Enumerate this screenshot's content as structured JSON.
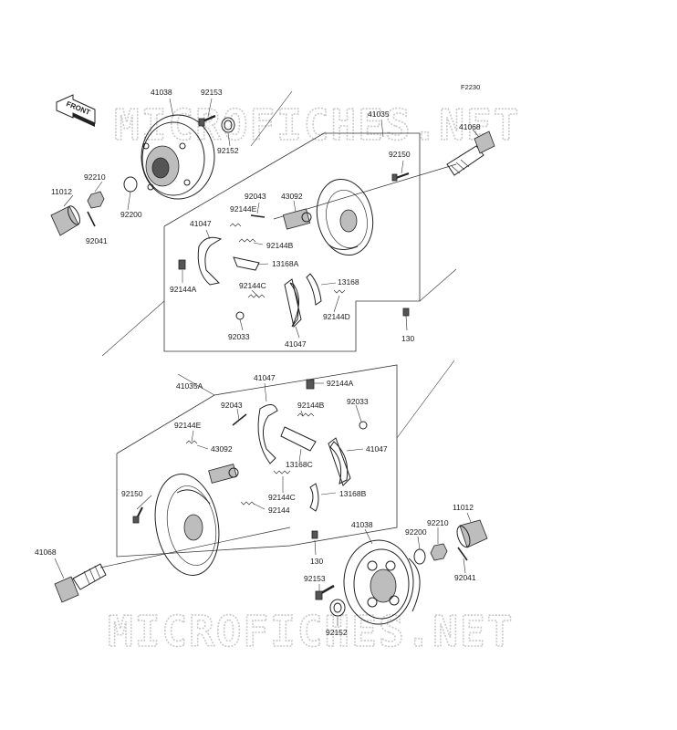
{
  "diagram": {
    "ref_code": "F2230",
    "watermark": "MICROFICHES.NET",
    "front_label": "FRONT",
    "top_labels": {
      "p41038": "41038",
      "p92153": "92153",
      "p92152": "92152",
      "p41035": "41035",
      "p41068": "41068",
      "p92150": "92150",
      "p92210": "92210",
      "p11012": "11012",
      "p92200": "92200",
      "p92041": "92041",
      "p92043": "92043",
      "p43092": "43092",
      "p41047a": "41047",
      "p92144e": "92144E",
      "p92144b": "92144B",
      "p13168a": "13168A",
      "p13168": "13168",
      "p92144a": "92144A",
      "p92144c": "92144C",
      "p92144d": "92144D",
      "p92033": "92033",
      "p41047b": "41047",
      "p130": "130"
    },
    "bottom_labels": {
      "p41035a": "41035A",
      "p41047a": "41047",
      "p92144a": "92144A",
      "p92043": "92043",
      "p92144b": "92144B",
      "p92033": "92033",
      "p92144e": "92144E",
      "p43092": "43092",
      "p41047b": "41047",
      "p13168c": "13168C",
      "p92150": "92150",
      "p92144c": "92144C",
      "p13168b": "13168B",
      "p92144": "92144",
      "p11012": "11012",
      "p41038": "41038",
      "p92200": "92200",
      "p92210": "92210",
      "p130": "130",
      "p41068": "41068",
      "p92041": "92041",
      "p92153": "92153",
      "p92152": "92152"
    }
  }
}
